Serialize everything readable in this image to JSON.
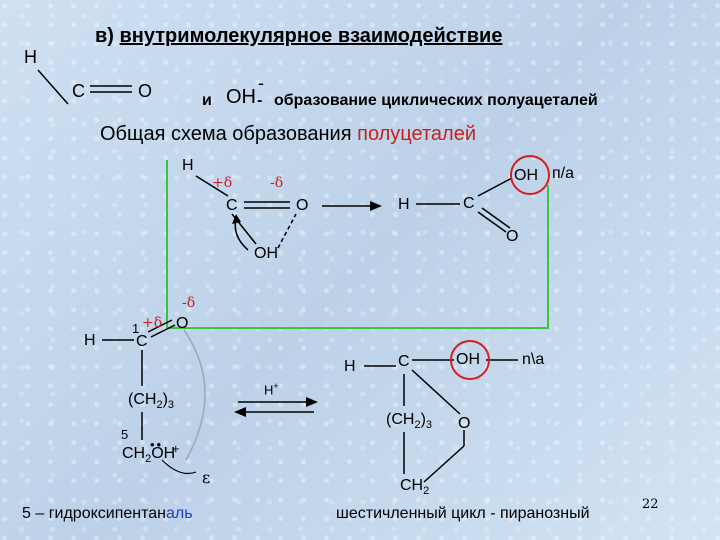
{
  "heading": {
    "prefix": "в) ",
    "title": "внутримолекулярное взаимодействие"
  },
  "subheading": {
    "conj": "и",
    "ion": "OH",
    "charge": "-",
    "text": "образование циклических полуацеталей"
  },
  "subtitle": {
    "text": "Общая схема образования ",
    "highlight": "полуцеталей"
  },
  "colors": {
    "accent_red": "#c8201c",
    "box_green": "#39c43a",
    "blue_text": "#1a3fc2"
  },
  "topleft": {
    "H": "H",
    "C": "C",
    "O": "O"
  },
  "scheme1": {
    "H": "H",
    "C": "C",
    "O": "O",
    "OH": "OH",
    "delta_plus": "+δ",
    "delta_minus": "-δ",
    "product_H": "H",
    "product_C": "C",
    "product_O": "O",
    "product_OH": "OH",
    "pa": "п/а"
  },
  "scheme2": {
    "num1": "1",
    "delta_plus": "+δ",
    "delta_minus": "-δ",
    "H": "H",
    "C": "C",
    "O": "O",
    "ch2": "(CH",
    "ch2_sub": "2",
    "ch2_close": ")",
    "ch2_n": "3",
    "num5": "5",
    "ch2oh": "CH",
    "ch2oh_sub": "2",
    "ch2oh_tail": "OH",
    "plus": "+",
    "catalyst": "H",
    "catalyst_sup": "+",
    "epsilon": "ε"
  },
  "ring": {
    "H": "H",
    "C": "C",
    "OH": "OH",
    "na": "n\\a",
    "ch2": "(CH",
    "ch2_sub": "2",
    "ch2_close": ")",
    "ch2_n": "3",
    "O": "O",
    "ch2b": "CH",
    "ch2b_sub": "2"
  },
  "footer": {
    "left_main": "5 – гидроксипентан",
    "left_blue": "аль",
    "right": "шестичленный цикл - пиранозный",
    "page": "22"
  }
}
